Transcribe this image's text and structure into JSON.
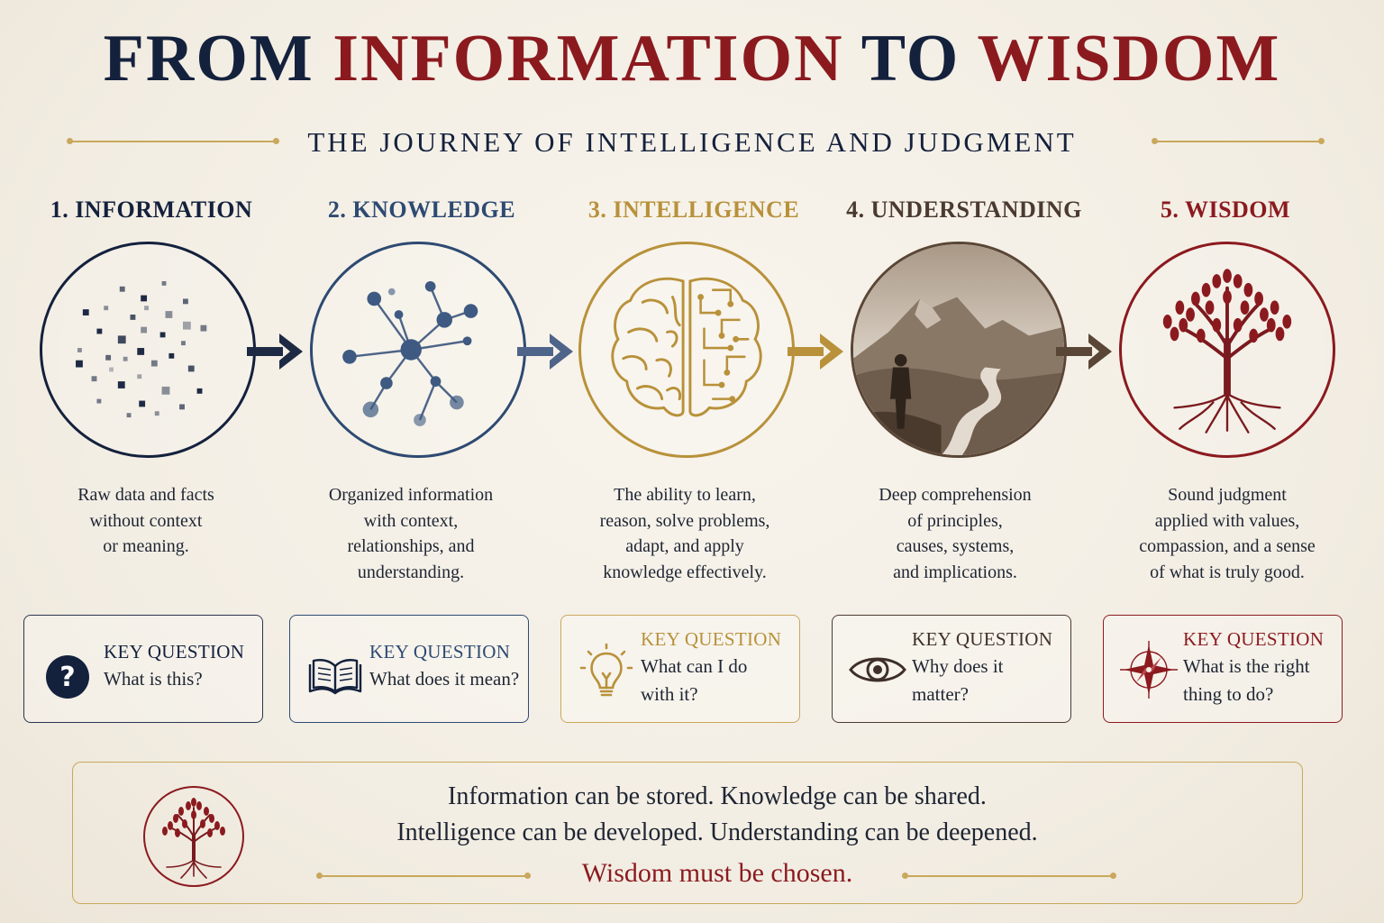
{
  "header": {
    "title_part1": "FROM ",
    "title_part2": "INFORMATION",
    "title_part3": " TO ",
    "title_part4": "WISDOM",
    "subtitle": "THE JOURNEY OF INTELLIGENCE AND JUDGMENT"
  },
  "colors": {
    "navy": "#14213d",
    "blue": "#2e4a72",
    "gold": "#b8913a",
    "brown": "#5a4636",
    "red": "#8b1a1f",
    "accent_rule": "#c9a85c"
  },
  "stages": [
    {
      "title": "1. INFORMATION",
      "icon": "scattered-data-points-icon",
      "description": [
        "Raw data and facts",
        "without context",
        "or meaning."
      ],
      "key_label": "KEY QUESTION",
      "question": [
        "What is this?"
      ],
      "question_icon": "question-mark-icon"
    },
    {
      "title": "2. KNOWLEDGE",
      "icon": "network-graph-icon",
      "description": [
        "Organized information",
        "with context,",
        "relationships, and",
        "understanding."
      ],
      "key_label": "KEY QUESTION",
      "question": [
        "What does it mean?"
      ],
      "question_icon": "open-book-icon"
    },
    {
      "title": "3. INTELLIGENCE",
      "icon": "brain-circuit-icon",
      "description": [
        "The ability to learn,",
        "reason, solve problems,",
        "adapt, and apply",
        "knowledge effectively."
      ],
      "key_label": "KEY QUESTION",
      "question": [
        "What can I do",
        "with it?"
      ],
      "question_icon": "lightbulb-icon"
    },
    {
      "title": "4. UNDERSTANDING",
      "icon": "mountain-landscape-icon",
      "description": [
        "Deep comprehension",
        "of principles,",
        "causes, systems,",
        "and implications."
      ],
      "key_label": "KEY QUESTION",
      "question": [
        "Why does it",
        "matter?"
      ],
      "question_icon": "eye-icon"
    },
    {
      "title": "5. WISDOM",
      "icon": "tree-of-life-icon",
      "description": [
        "Sound judgment",
        "applied with values,",
        "compassion, and a sense",
        "of what is truly good."
      ],
      "key_label": "KEY QUESTION",
      "question": [
        "What is the right",
        "thing to do?"
      ],
      "question_icon": "compass-rose-icon"
    }
  ],
  "footer": {
    "line1": "Information can be stored. Knowledge can be shared.",
    "line2": "Intelligence can be developed. Understanding can be deepened.",
    "line3": "Wisdom must be chosen.",
    "icon": "tree-emblem-icon"
  }
}
